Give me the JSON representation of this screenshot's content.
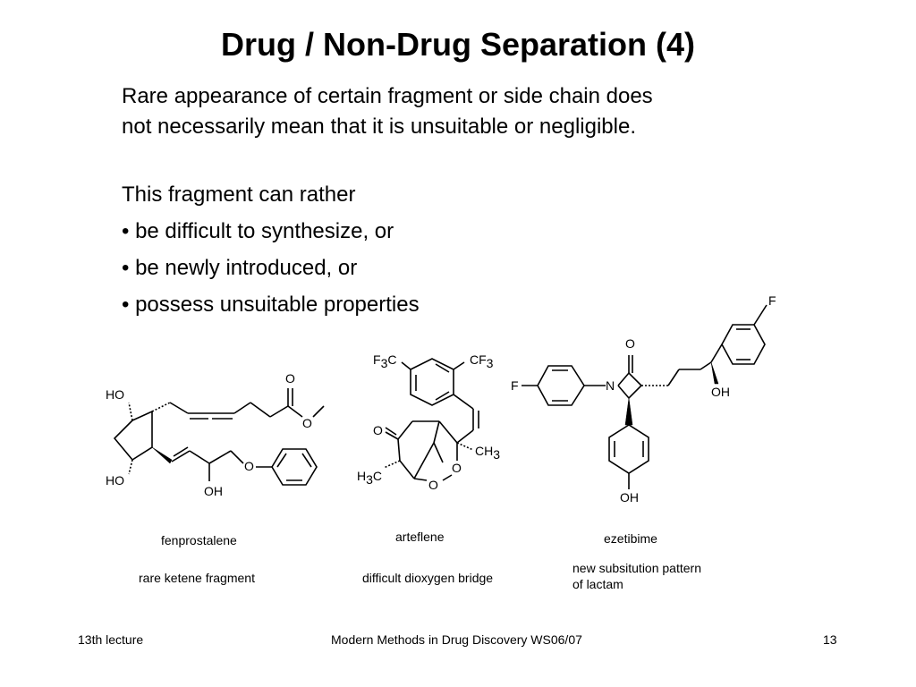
{
  "slide": {
    "title": "Drug / Non-Drug Separation (4)",
    "para1": [
      "Rare appearance of certain fragment or side chain does",
      "not necessarily mean that it is unsuitable or negligible."
    ],
    "intro": "This fragment can rather",
    "bullets": [
      "• be difficult to synthesize, or",
      "• be newly introduced, or",
      "• possess unsuitable properties"
    ]
  },
  "molecules": [
    {
      "name": "fenprostalene",
      "note": "rare ketene fragment",
      "labels": {
        "ho_top": "HO",
        "ho_bottom": "HO",
        "oh": "OH",
        "o_ether": "O",
        "o_carbonyl": "O",
        "o_ester": "O"
      }
    },
    {
      "name": "arteflene",
      "note": "difficult dioxygen bridge",
      "labels": {
        "f3c_f": "F",
        "f3c_3": "3",
        "f3c_c": "C",
        "cf3_cf": "CF",
        "cf3_3": "3",
        "o_ketone": "O",
        "ch3_ch": "CH",
        "ch3_3": "3",
        "h3c_h": "H",
        "h3c_3": "3",
        "h3c_c": "C",
        "o_bridge1": "O",
        "o_bridge2": "O"
      }
    },
    {
      "name": "ezetibime",
      "note": [
        "new subsitution pattern",
        "of lactam"
      ],
      "labels": {
        "f_left": "F",
        "f_right": "F",
        "n": "N",
        "o": "O",
        "oh_chain": "OH",
        "oh_phenol": "OH"
      }
    }
  ],
  "footer": {
    "left": "13th lecture",
    "center": "Modern Methods in Drug Discovery WS06/07",
    "page": "13"
  }
}
